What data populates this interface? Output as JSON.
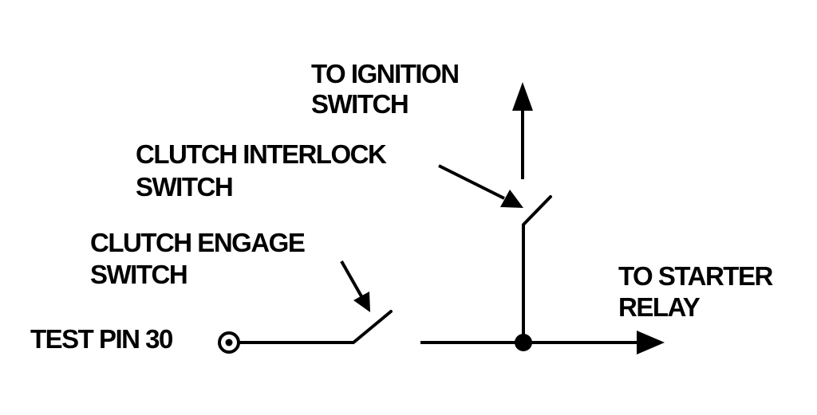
{
  "labels": {
    "ignition_line1": "TO IGNITION",
    "ignition_line2": "SWITCH",
    "interlock_line1": "CLUTCH INTERLOCK",
    "interlock_line2": "SWITCH",
    "engage_line1": "CLUTCH ENGAGE",
    "engage_line2": "SWITCH",
    "test_pin": "TEST PIN 30",
    "starter_line1": "TO STARTER",
    "starter_line2": "RELAY"
  },
  "colors": {
    "ink": "#000000",
    "paper": "#ffffff"
  }
}
